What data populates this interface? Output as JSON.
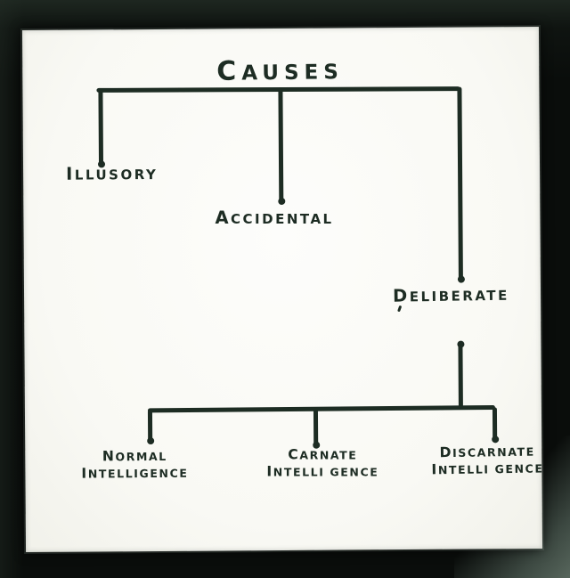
{
  "colors": {
    "ink": "#1d2c23",
    "paper": "#f9f9f4",
    "frame": "#0a0d0b"
  },
  "diagram": {
    "type": "tree",
    "title": "CAUSES",
    "nodes": {
      "root": "CAUSES",
      "illusory": "ILLUSORY",
      "accidental": "ACCIDENTAL",
      "deliberate": "DELIBERATE",
      "normal_line1": "NORMAL",
      "normal_line2": "INTELLIGENCE",
      "carnate_line1": "CARNATE",
      "carnate_line2": "INTELLI GENCE",
      "discarnate_line1": "DISCARNATE",
      "discarnate_line2": "INTELLI GENCE"
    },
    "edges": [
      [
        "CAUSES",
        "ILLUSORY"
      ],
      [
        "CAUSES",
        "ACCIDENTAL"
      ],
      [
        "CAUSES",
        "DELIBERATE"
      ],
      [
        "DELIBERATE",
        "NORMAL INTELLIGENCE"
      ],
      [
        "DELIBERATE",
        "CARNATE INTELLIGENCE"
      ],
      [
        "DELIBERATE",
        "DISCARNATE INTELLIGENCE"
      ]
    ]
  }
}
